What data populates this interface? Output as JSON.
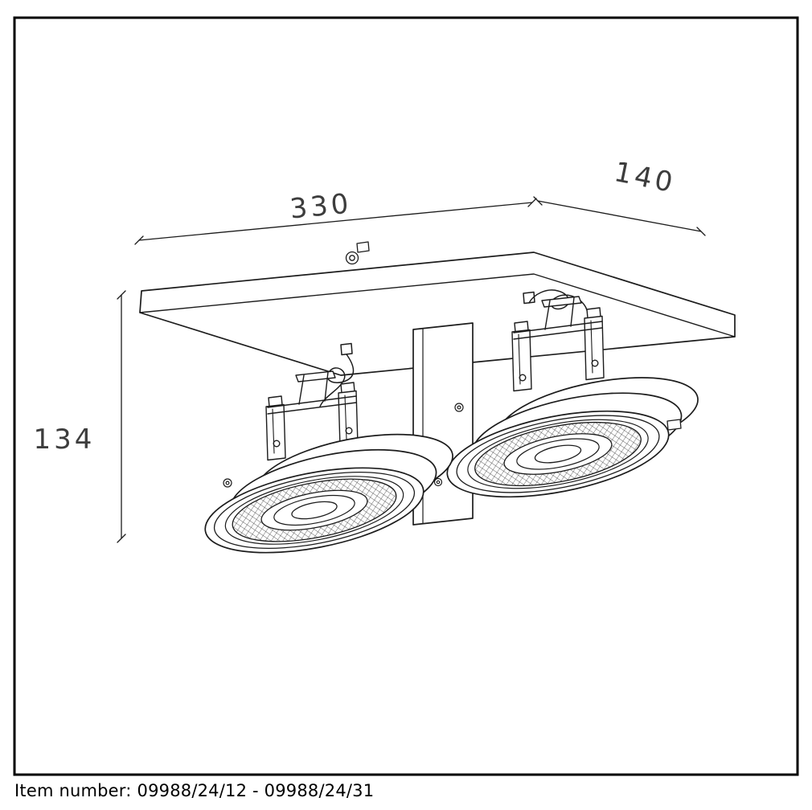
{
  "dimensions": {
    "width_mm": "330",
    "depth_mm": "140",
    "height_mm": "134"
  },
  "footer": {
    "item_number_label": "Item number:",
    "item_numbers": "09988/24/12  -  09988/24/31"
  },
  "colors": {
    "line": "#1c1c1c",
    "dimension_text": "#3d3d3d",
    "background": "#ffffff"
  }
}
